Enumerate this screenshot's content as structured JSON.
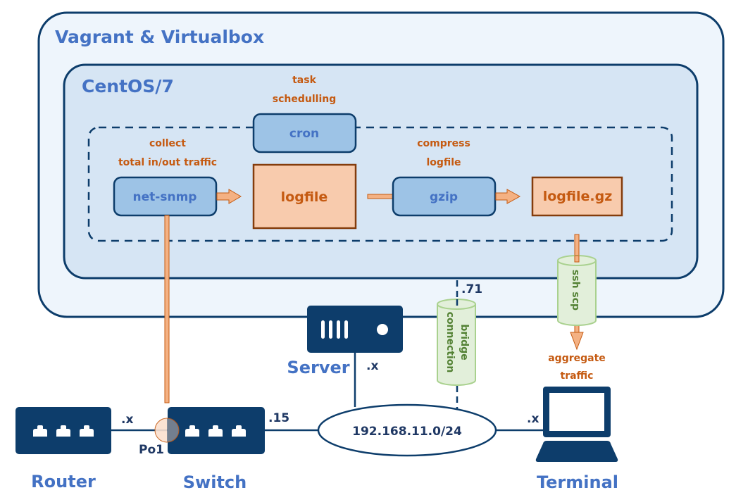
{
  "colors": {
    "navy": "#0d3d6b",
    "outer_fill": "#eef5fc",
    "inner_fill": "#d6e5f4",
    "proc_fill": "#9dc3e6",
    "file_fill": "#f8cbad",
    "file_stroke": "#843c0c",
    "arrow_fill": "#f4b183",
    "arrow_stroke": "#c55a11",
    "cyl_fill": "#e2efda",
    "cyl_stroke": "#a9d18e",
    "title_blue": "#4472c4",
    "note_orange": "#c55a11"
  },
  "containers": {
    "outer_title": "Vagrant & Virtualbox",
    "inner_title": "CentOS/7"
  },
  "processes": {
    "cron": "cron",
    "net_snmp": "net-snmp",
    "gzip": "gzip"
  },
  "files": {
    "logfile": "logfile",
    "logfile_gz": "logfile.gz"
  },
  "notes": {
    "task": [
      "task",
      "schedulling"
    ],
    "collect": [
      "collect",
      "total in/out traffic"
    ],
    "compress": [
      "compress",
      "logfile"
    ],
    "aggregate": [
      "aggregate",
      "traffic"
    ]
  },
  "tunnels": {
    "ssh": "ssh scp",
    "bridge": [
      "bridge",
      "connection"
    ]
  },
  "devices": {
    "server": "Server",
    "router": "Router",
    "switch": "Switch",
    "terminal": "Terminal"
  },
  "network": {
    "subnet": "192.168.11.0/24",
    "bridge_addr": ".71",
    "server_addr": ".x",
    "router_addr": ".x",
    "switch_addr": ".15",
    "terminal_addr": ".x",
    "port_channel": "Po1"
  }
}
